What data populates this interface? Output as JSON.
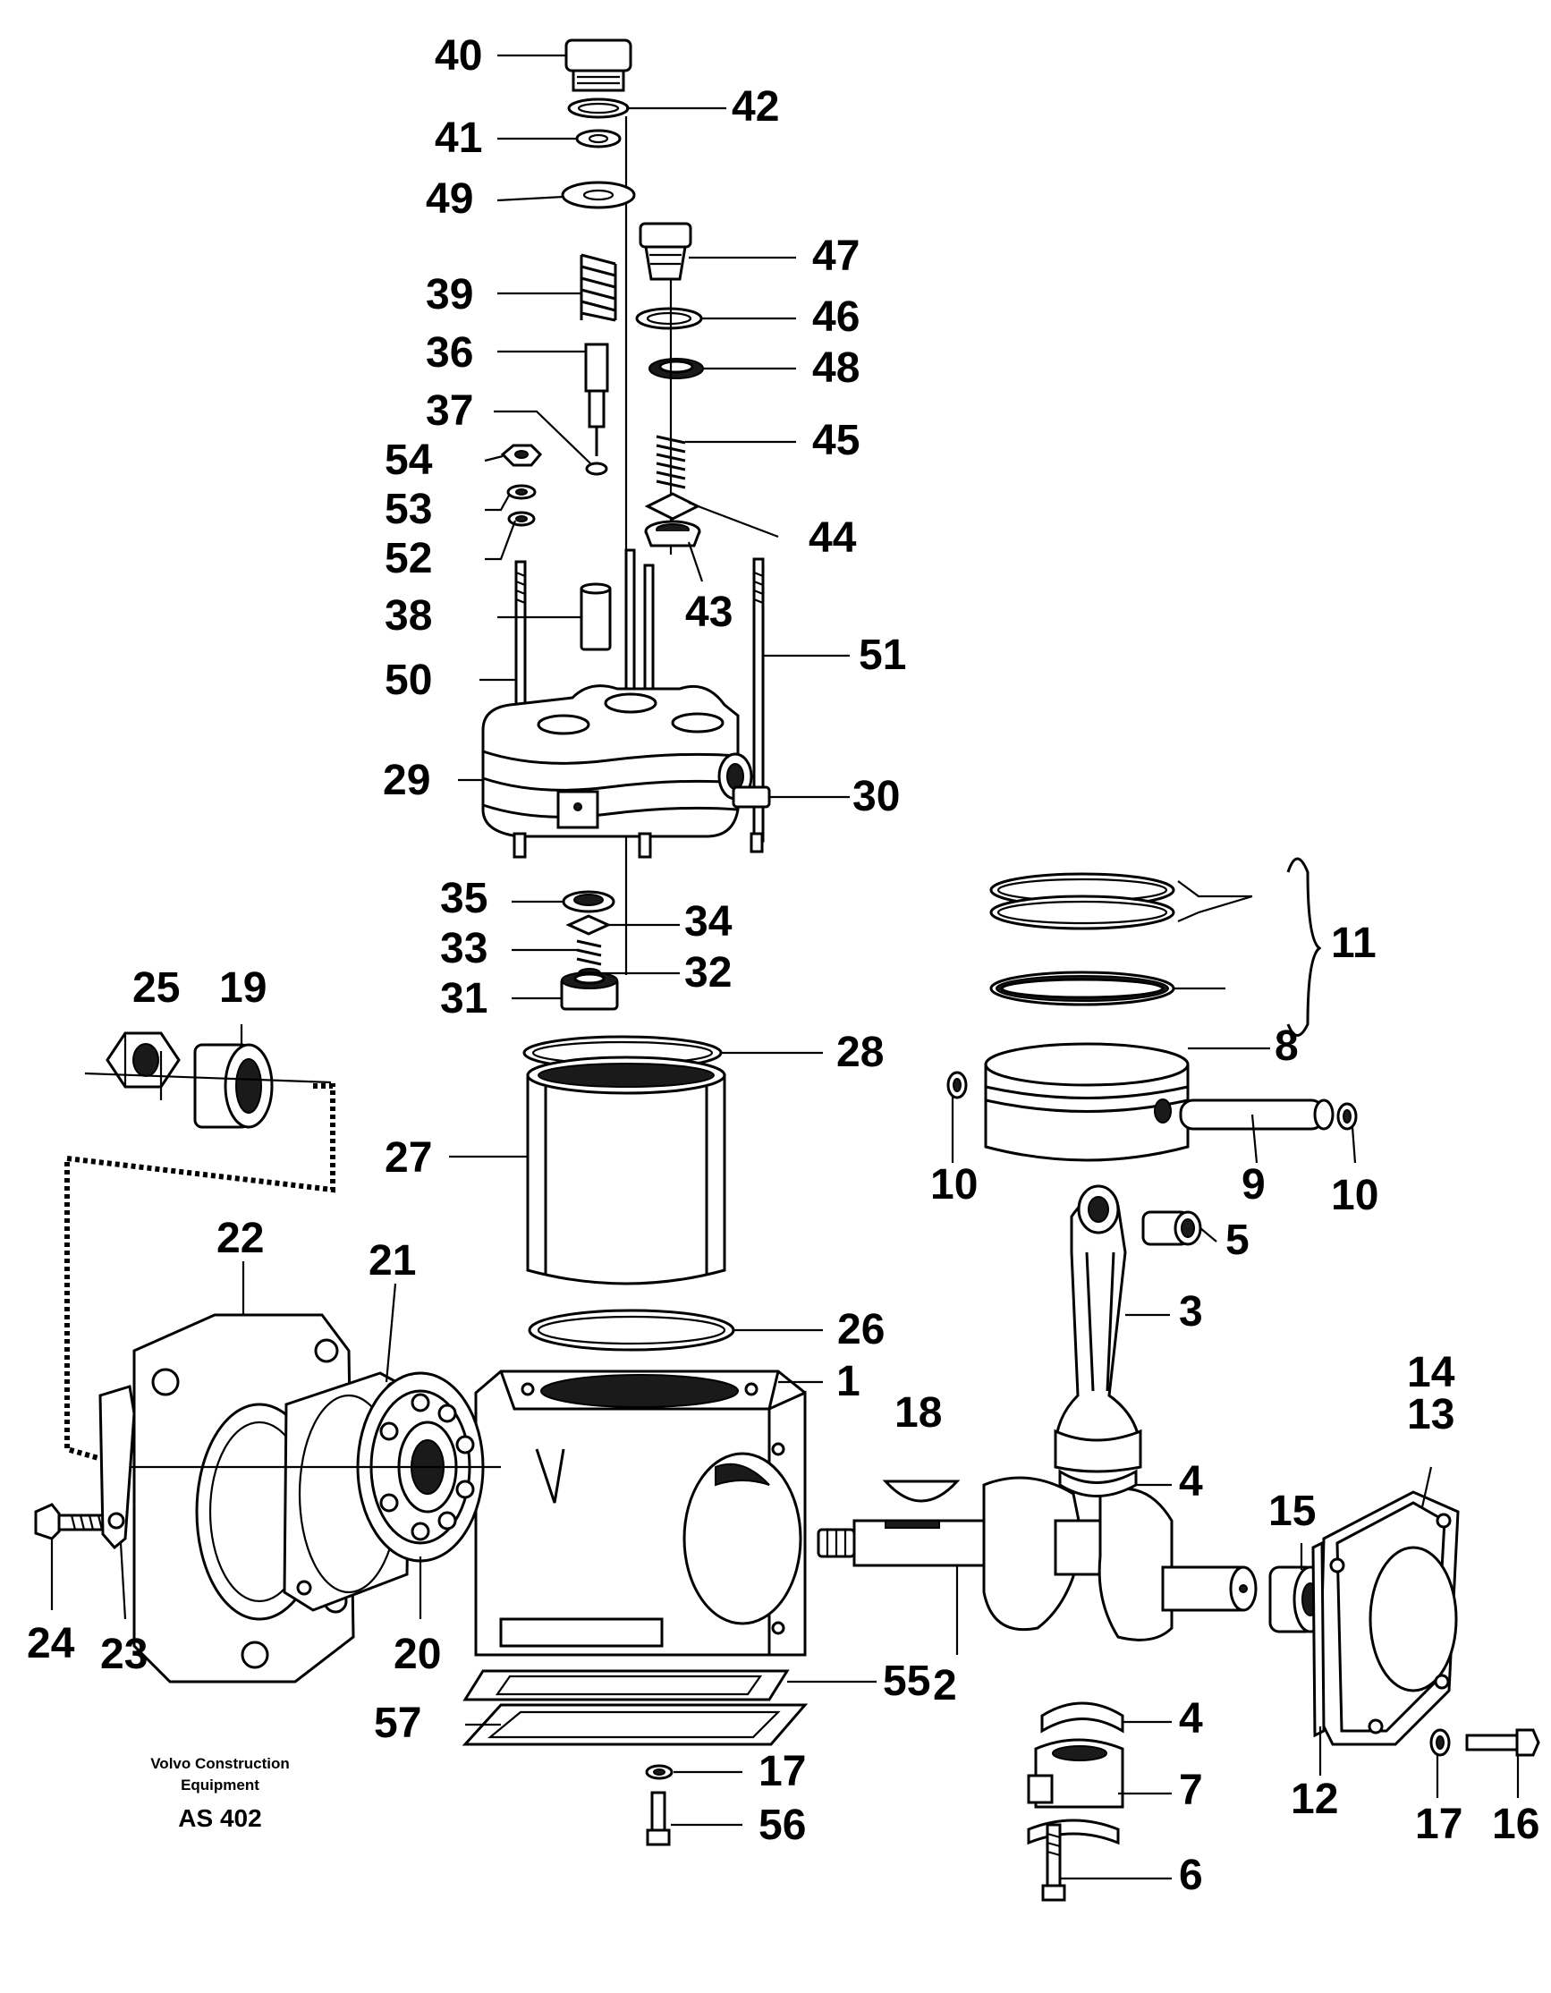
{
  "diagram": {
    "callouts": {
      "c1": "1",
      "c2": "2",
      "c3": "3",
      "c4a": "4",
      "c4b": "4",
      "c5": "5",
      "c6": "6",
      "c7": "7",
      "c8": "8",
      "c9": "9",
      "c10a": "10",
      "c10b": "10",
      "c11": "11",
      "c12": "12",
      "c13": "13",
      "c14": "14",
      "c15": "15",
      "c16": "16",
      "c17a": "17",
      "c17b": "17",
      "c18": "18",
      "c19": "19",
      "c20": "20",
      "c21": "21",
      "c22": "22",
      "c23": "23",
      "c24": "24",
      "c25": "25",
      "c26": "26",
      "c27": "27",
      "c28": "28",
      "c29": "29",
      "c30": "30",
      "c31": "31",
      "c32": "32",
      "c33": "33",
      "c34": "34",
      "c35": "35",
      "c36": "36",
      "c37": "37",
      "c38": "38",
      "c39": "39",
      "c40": "40",
      "c41": "41",
      "c42": "42",
      "c43": "43",
      "c44": "44",
      "c45": "45",
      "c46": "46",
      "c47": "47",
      "c48": "48",
      "c49": "49",
      "c50": "50",
      "c51": "51",
      "c52": "52",
      "c53": "53",
      "c54": "54",
      "c55": "55",
      "c56": "56",
      "c57": "57"
    },
    "caption": {
      "line1": "Volvo Construction",
      "line2": "Equipment",
      "code": "AS 402"
    }
  }
}
